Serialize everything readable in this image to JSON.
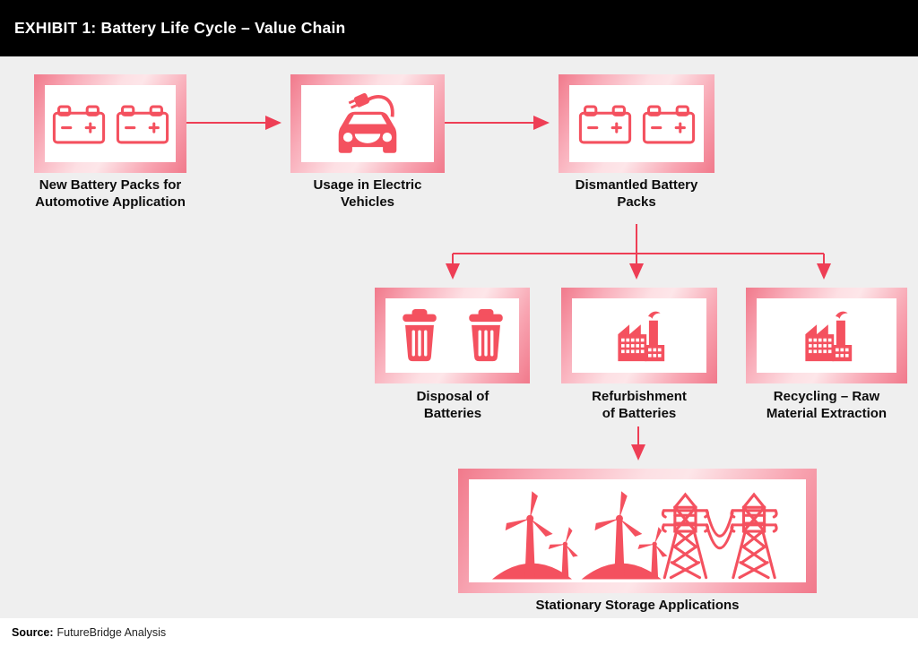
{
  "header": {
    "title": "EXHIBIT 1: Battery Life Cycle – Value Chain"
  },
  "source": {
    "label": "Source:",
    "text": "FutureBridge Analysis"
  },
  "colors": {
    "icon_accent": "#F4515F",
    "arrow": "#EE3E55",
    "frame_gradient_dark": "#F1798B",
    "frame_gradient_light": "#FDE3E7",
    "canvas_background": "#EFEFEF",
    "header_background": "#000000",
    "box_inner": "#FFFFFF"
  },
  "nodes": [
    {
      "id": "new-battery-packs",
      "icon": "car-battery-pair-icon",
      "label_lines": [
        "New Battery Packs for",
        "Automotive Application"
      ]
    },
    {
      "id": "usage-electric-vehicles",
      "icon": "electric-car-icon",
      "label_lines": [
        "Usage in Electric",
        "Vehicles"
      ]
    },
    {
      "id": "dismantled-battery-packs",
      "icon": "car-battery-pair-icon",
      "label_lines": [
        "Dismantled Battery",
        "Packs"
      ]
    },
    {
      "id": "disposal-of-batteries",
      "icon": "trash-bin-pair-icon",
      "label_lines": [
        "Disposal of",
        "Batteries"
      ]
    },
    {
      "id": "refurbishment-of-batteries",
      "icon": "factory-icon",
      "label_lines": [
        "Refurbishment",
        "of Batteries"
      ]
    },
    {
      "id": "recycling-raw-material",
      "icon": "factory-icon",
      "label_lines": [
        "Recycling – Raw",
        "Material Extraction"
      ]
    },
    {
      "id": "stationary-storage",
      "icon": "wind-turbines-power-lines-icon",
      "label_lines": [
        "Stationary Storage Applications"
      ]
    }
  ],
  "edges": [
    {
      "from": "new-battery-packs",
      "to": "usage-electric-vehicles"
    },
    {
      "from": "usage-electric-vehicles",
      "to": "dismantled-battery-packs"
    },
    {
      "from": "dismantled-battery-packs",
      "to": "disposal-of-batteries"
    },
    {
      "from": "dismantled-battery-packs",
      "to": "refurbishment-of-batteries"
    },
    {
      "from": "dismantled-battery-packs",
      "to": "recycling-raw-material"
    },
    {
      "from": "refurbishment-of-batteries",
      "to": "stationary-storage"
    }
  ]
}
